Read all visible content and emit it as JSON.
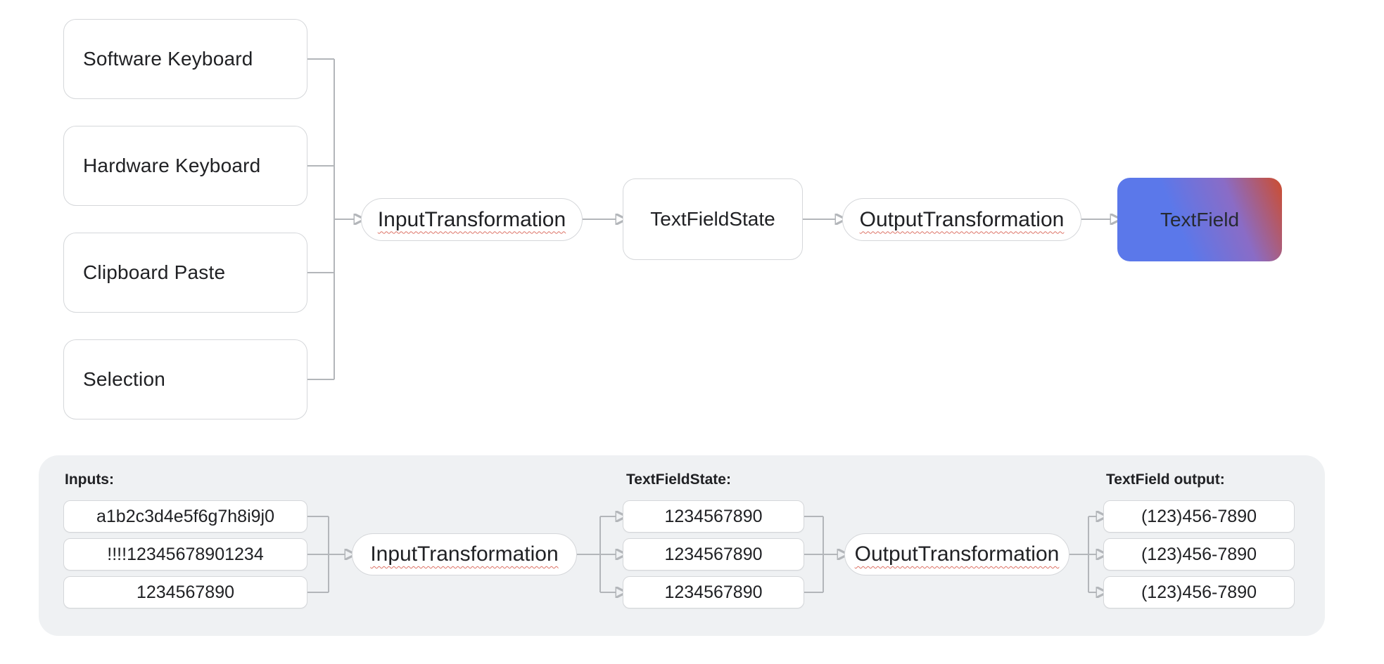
{
  "top_flow": {
    "sources": [
      {
        "label": "Software Keyboard"
      },
      {
        "label": "Hardware Keyboard"
      },
      {
        "label": "Clipboard Paste"
      },
      {
        "label": "Selection"
      }
    ],
    "input_transformation_label": "InputTransformation",
    "state_label": "TextFieldState",
    "output_transformation_label": "OutputTransformation",
    "textfield_label": "TextField"
  },
  "example_panel": {
    "inputs_header": "Inputs:",
    "input_values": [
      "a1b2c3d4e5f6g7h8i9j0",
      "!!!!12345678901234",
      "1234567890"
    ],
    "input_transformation_label": "InputTransformation",
    "state_header": "TextFieldState:",
    "state_values": [
      "1234567890",
      "1234567890",
      "1234567890"
    ],
    "output_transformation_label": "OutputTransformation",
    "output_header": "TextField output:",
    "output_values": [
      "(123)456-7890",
      "(123)456-7890",
      "(123)456-7890"
    ]
  },
  "colors": {
    "textfield_gradient_start": "#5b78ea",
    "textfield_gradient_mid": "#8a6cc6",
    "textfield_gradient_end": "#c6503d",
    "squiggle_red": "#dd7366",
    "panel_background": "#eff1f3",
    "connector_gray": "#b3b6ba",
    "box_border_gray": "#d5d7da",
    "text_dark": "#202124"
  }
}
